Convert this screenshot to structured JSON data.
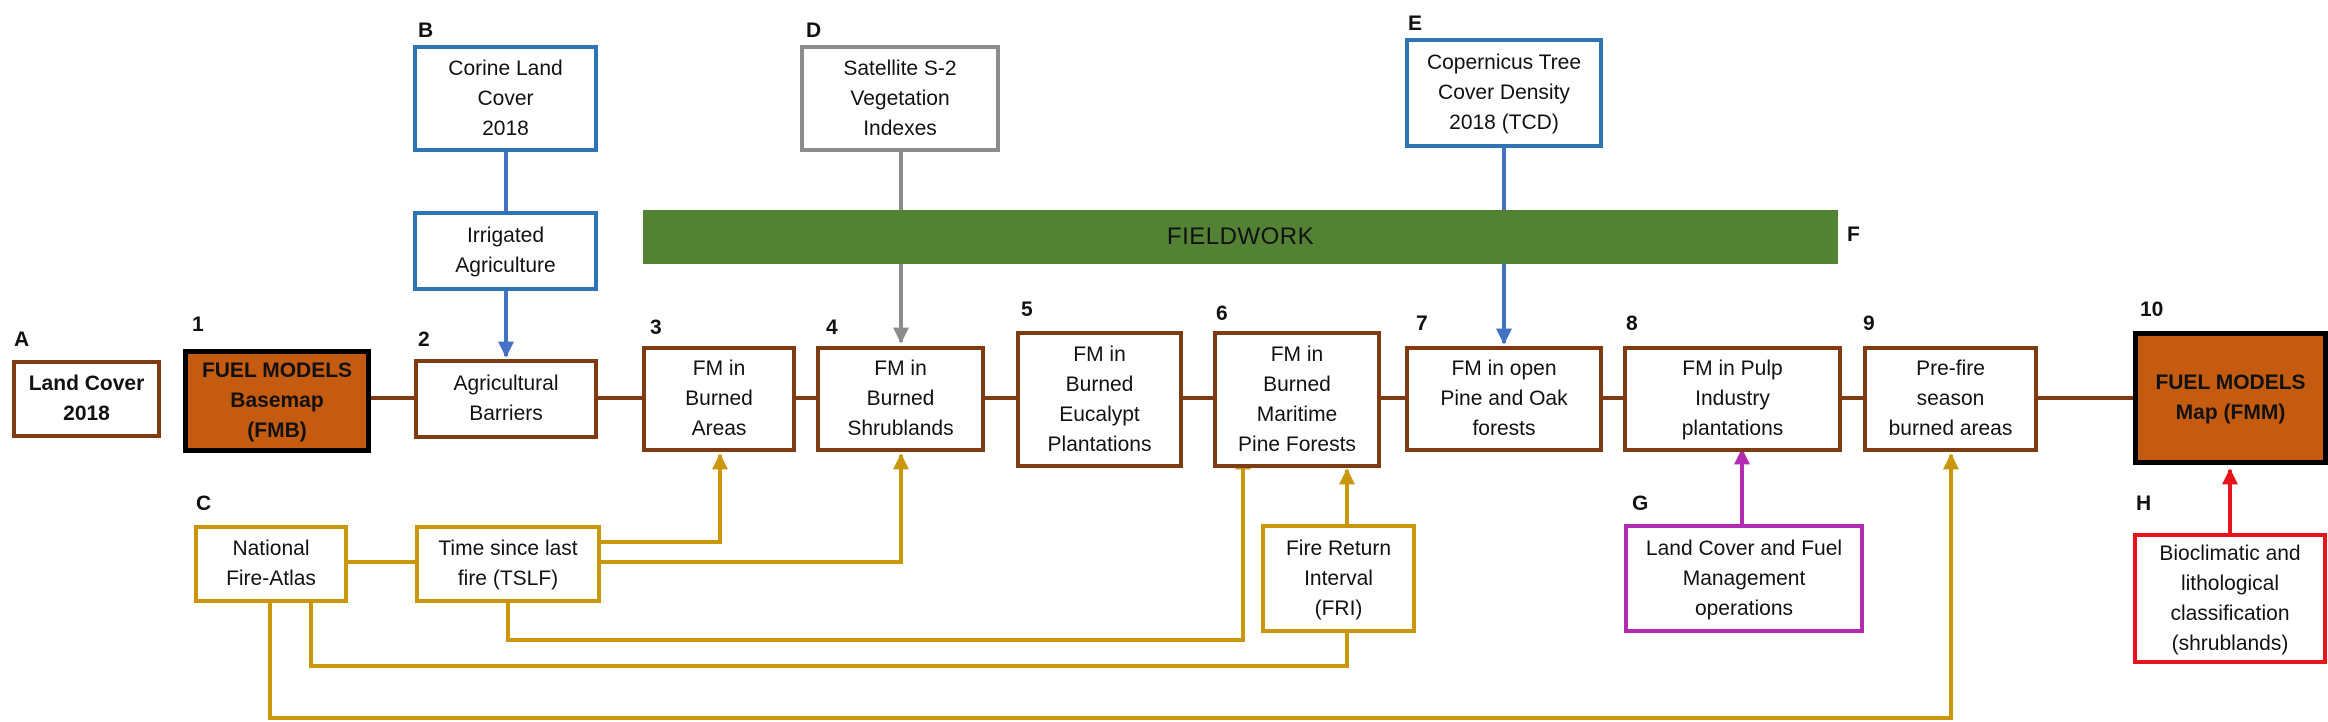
{
  "boxes": {
    "land_cover": "Land Cover\n2018",
    "fmb": "FUEL MODELS\nBasemap\n(FMB)",
    "agri_barriers": "Agricultural\nBarriers",
    "fm_burned_areas": "FM in\nBurned\nAreas",
    "fm_burned_shrublands": "FM in\nBurned\nShrublands",
    "fm_eucalypt": "FM in\nBurned\nEucalypt\nPlantations",
    "fm_maritime": "FM in\nBurned\nMaritime\nPine Forests",
    "fm_pine_oak": "FM in open\nPine and Oak\nforests",
    "fm_pulp": "FM in Pulp\nIndustry\nplantations",
    "prefire": "Pre-fire\nseason\nburned areas",
    "fmm": "FUEL MODELS\nMap (FMM)",
    "corine": "Corine Land\nCover\n2018",
    "irrigated": "Irrigated\nAgriculture",
    "satellite": "Satellite S-2\nVegetation\nIndexes",
    "copernicus": "Copernicus Tree\nCover Density\n2018  (TCD)",
    "fire_atlas": "National\nFire-Atlas",
    "tslf": "Time since last\nfire (TSLF)",
    "fri": "Fire Return\nInterval\n(FRI)",
    "land_cover_fuel": "Land Cover and Fuel\nManagement\noperations",
    "bioclimatic": "Bioclimatic and\nlithological\nclassification\n(shrublands)",
    "fieldwork": "FIELDWORK"
  },
  "labels": {
    "A": "A",
    "B": "B",
    "C": "C",
    "D": "D",
    "E": "E",
    "F": "F",
    "G": "G",
    "H": "H",
    "n1": "1",
    "n2": "2",
    "n3": "3",
    "n4": "4",
    "n5": "5",
    "n6": "6",
    "n7": "7",
    "n8": "8",
    "n9": "9",
    "n10": "10"
  },
  "colors": {
    "flow": "#7f3c12",
    "blue": "#4472c4",
    "gray": "#8c8c8c",
    "gold": "#c9960c",
    "purple": "#b22bb2",
    "red": "#e8141b",
    "fieldwork": "#548235",
    "fuel_models": "#c55a11"
  }
}
